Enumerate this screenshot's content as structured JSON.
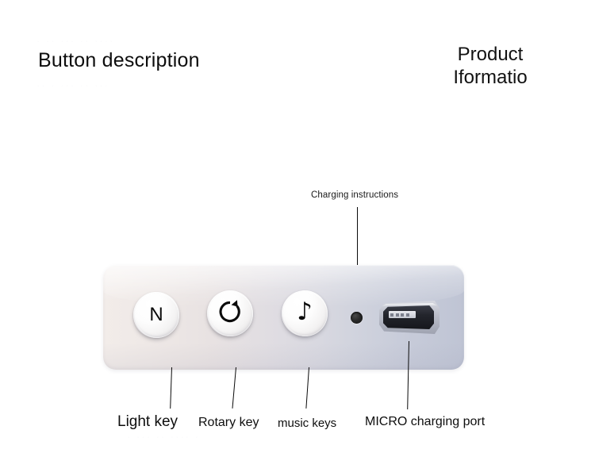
{
  "headings": {
    "left": "Button description",
    "right_line1": "Product",
    "right_line2": "Iformatio"
  },
  "callouts": {
    "charging": "Charging instructions"
  },
  "buttons": [
    {
      "name": "light-key",
      "glyph": "N",
      "label": "Light key"
    },
    {
      "name": "rotary-key",
      "glyph": "rotate-arrow-icon",
      "label": "Rotary key"
    },
    {
      "name": "music-key",
      "glyph": "♪",
      "label": "music keys"
    }
  ],
  "labels": {
    "light": "Light key",
    "rotary": "Rotary key",
    "music": "music keys",
    "micro": "MICRO charging port"
  },
  "ports": {
    "led_name": "led-indicator-hole",
    "usb_name": "micro-usb-charging-port"
  },
  "colors": {
    "background": "#ffffff",
    "panel_left": "#f2ece9",
    "panel_right": "#bfc4d4",
    "button_face": "#fdfdfd",
    "glyph": "#0b0b0b",
    "leader_line": "#0a0a0a",
    "text": "#111111",
    "usb_metal": "#b9bcc8",
    "usb_cavity": "#16171c"
  },
  "watermarks": {
    "row1": "·   ··   ···    ··     ····",
    "row2": "··   ·    ···   ··      ···",
    "row3": "·   ···   ··    ····   ·"
  }
}
